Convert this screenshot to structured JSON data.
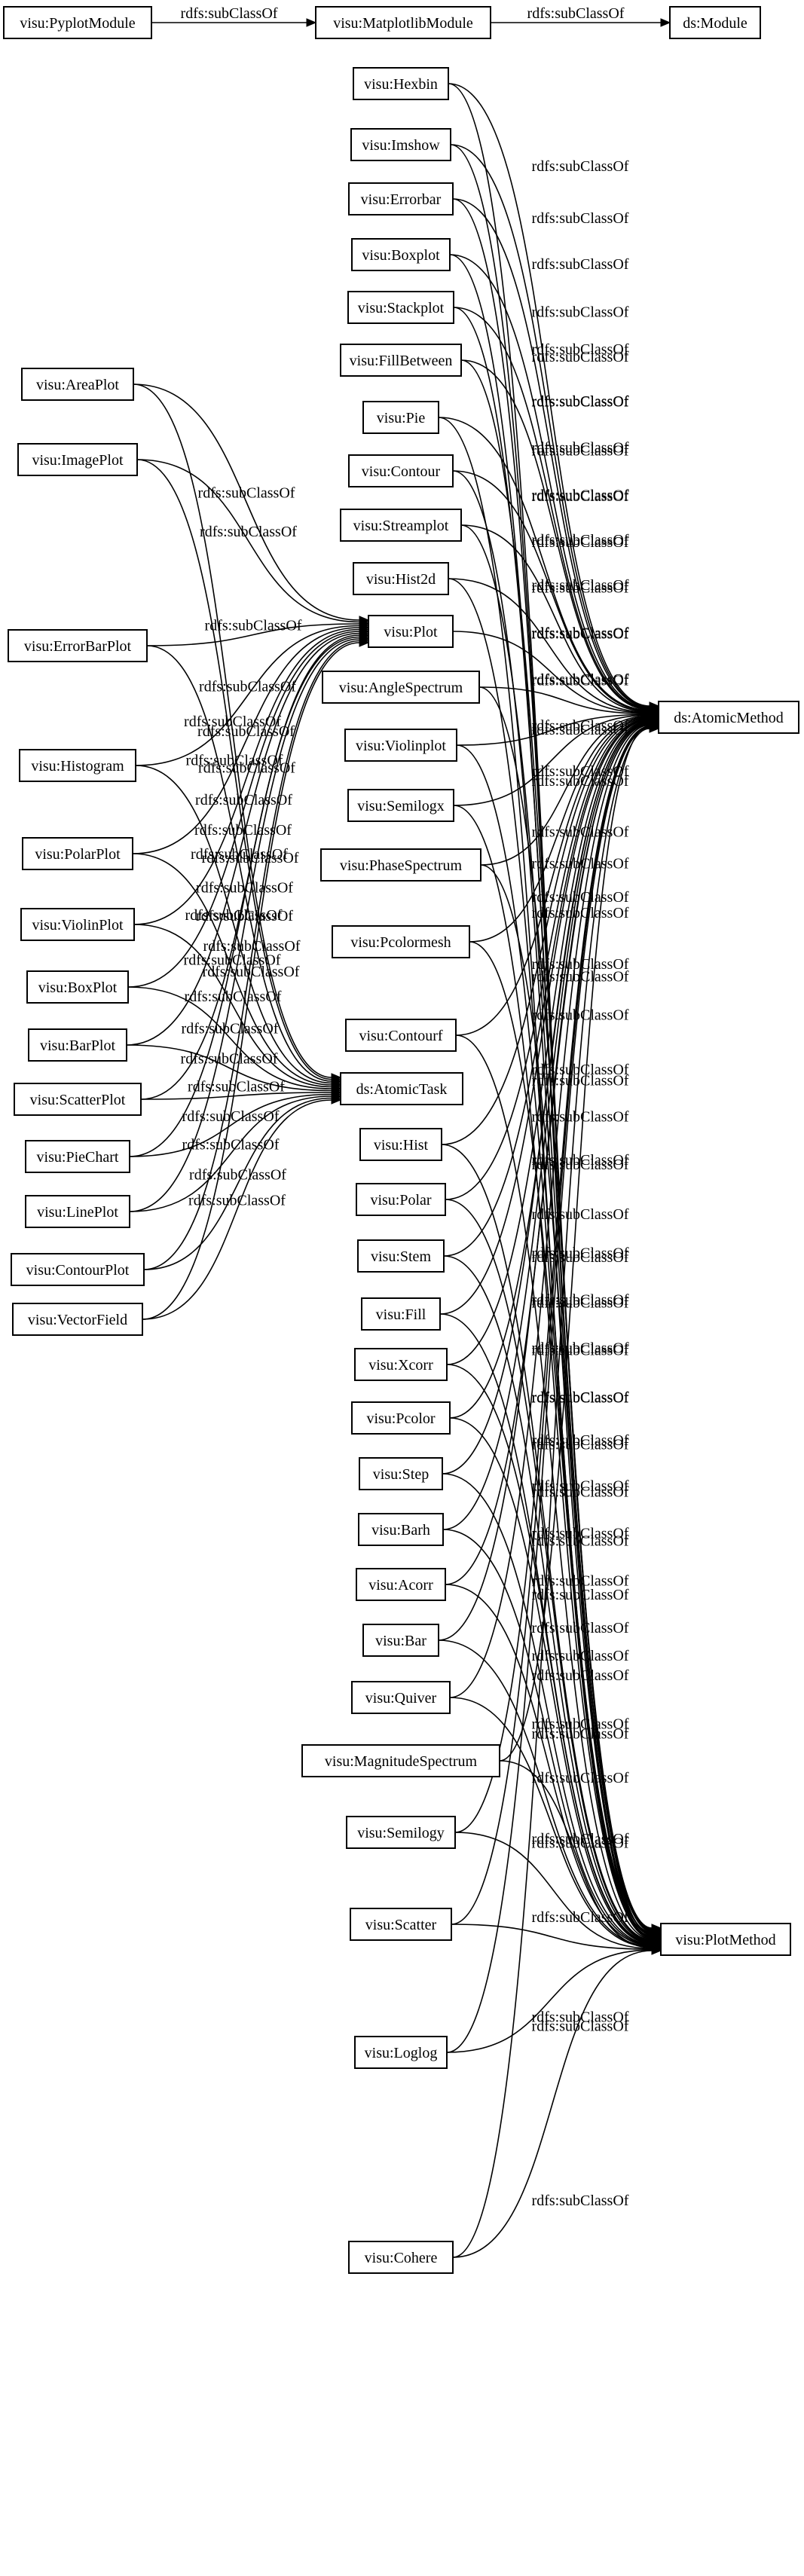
{
  "edge_label": "rdfs:subClassOf",
  "nodes": {
    "pyplotmodule": "visu:PyplotModule",
    "matplotlibmodule": "visu:MatplotlibModule",
    "module": "ds:Module",
    "plot": "visu:Plot",
    "atomicmethod": "ds:AtomicMethod",
    "atomictask": "ds:AtomicTask",
    "plotmethod": "visu:PlotMethod",
    "areaplot": "visu:AreaPlot",
    "imageplot": "visu:ImagePlot",
    "errorbarplot": "visu:ErrorBarPlot",
    "histogram": "visu:Histogram",
    "polarplot": "visu:PolarPlot",
    "violinplot": "visu:ViolinPlot",
    "boxplot_task": "visu:BoxPlot",
    "barplot": "visu:BarPlot",
    "scatterplot": "visu:ScatterPlot",
    "piechart": "visu:PieChart",
    "lineplot": "visu:LinePlot",
    "contourplot": "visu:ContourPlot",
    "vectorfield": "visu:VectorField",
    "hexbin": "visu:Hexbin",
    "imshow": "visu:Imshow",
    "errorbar": "visu:Errorbar",
    "boxplot": "visu:Boxplot",
    "stackplot": "visu:Stackplot",
    "fillbetween": "visu:FillBetween",
    "pie": "visu:Pie",
    "contour": "visu:Contour",
    "streamplot": "visu:Streamplot",
    "hist2d": "visu:Hist2d",
    "anglespectrum": "visu:AngleSpectrum",
    "violinplot_m": "visu:Violinplot",
    "semilogx": "visu:Semilogx",
    "phasespectrum": "visu:PhaseSpectrum",
    "pcolormesh": "visu:Pcolormesh",
    "contourf": "visu:Contourf",
    "hist": "visu:Hist",
    "polar": "visu:Polar",
    "stem": "visu:Stem",
    "fill": "visu:Fill",
    "xcorr": "visu:Xcorr",
    "pcolor": "visu:Pcolor",
    "step": "visu:Step",
    "barh": "visu:Barh",
    "acorr": "visu:Acorr",
    "bar": "visu:Bar",
    "quiver": "visu:Quiver",
    "magnitudespectrum": "visu:MagnitudeSpectrum",
    "semilogy": "visu:Semilogy",
    "scatter": "visu:Scatter",
    "loglog": "visu:Loglog",
    "cohere": "visu:Cohere"
  },
  "edges": [
    [
      "pyplotmodule",
      "matplotlibmodule"
    ],
    [
      "matplotlibmodule",
      "module"
    ],
    [
      "areaplot",
      "plot"
    ],
    [
      "areaplot",
      "atomictask"
    ],
    [
      "imageplot",
      "plot"
    ],
    [
      "imageplot",
      "atomictask"
    ],
    [
      "errorbarplot",
      "plot"
    ],
    [
      "errorbarplot",
      "atomictask"
    ],
    [
      "histogram",
      "plot"
    ],
    [
      "histogram",
      "atomictask"
    ],
    [
      "polarplot",
      "plot"
    ],
    [
      "polarplot",
      "atomictask"
    ],
    [
      "violinplot",
      "plot"
    ],
    [
      "violinplot",
      "atomictask"
    ],
    [
      "boxplot_task",
      "plot"
    ],
    [
      "boxplot_task",
      "atomictask"
    ],
    [
      "barplot",
      "plot"
    ],
    [
      "barplot",
      "atomictask"
    ],
    [
      "scatterplot",
      "plot"
    ],
    [
      "scatterplot",
      "atomictask"
    ],
    [
      "piechart",
      "plot"
    ],
    [
      "piechart",
      "atomictask"
    ],
    [
      "lineplot",
      "plot"
    ],
    [
      "lineplot",
      "atomictask"
    ],
    [
      "contourplot",
      "plot"
    ],
    [
      "contourplot",
      "atomictask"
    ],
    [
      "vectorfield",
      "plot"
    ],
    [
      "vectorfield",
      "atomictask"
    ],
    [
      "plot",
      "atomicmethod"
    ],
    [
      "hexbin",
      "atomicmethod"
    ],
    [
      "hexbin",
      "plotmethod"
    ],
    [
      "imshow",
      "atomicmethod"
    ],
    [
      "imshow",
      "plotmethod"
    ],
    [
      "errorbar",
      "atomicmethod"
    ],
    [
      "errorbar",
      "plotmethod"
    ],
    [
      "boxplot",
      "atomicmethod"
    ],
    [
      "boxplot",
      "plotmethod"
    ],
    [
      "stackplot",
      "atomicmethod"
    ],
    [
      "stackplot",
      "plotmethod"
    ],
    [
      "fillbetween",
      "atomicmethod"
    ],
    [
      "fillbetween",
      "plotmethod"
    ],
    [
      "pie",
      "atomicmethod"
    ],
    [
      "pie",
      "plotmethod"
    ],
    [
      "contour",
      "atomicmethod"
    ],
    [
      "contour",
      "plotmethod"
    ],
    [
      "streamplot",
      "atomicmethod"
    ],
    [
      "streamplot",
      "plotmethod"
    ],
    [
      "hist2d",
      "atomicmethod"
    ],
    [
      "hist2d",
      "plotmethod"
    ],
    [
      "anglespectrum",
      "atomicmethod"
    ],
    [
      "anglespectrum",
      "plotmethod"
    ],
    [
      "violinplot_m",
      "atomicmethod"
    ],
    [
      "violinplot_m",
      "plotmethod"
    ],
    [
      "semilogx",
      "atomicmethod"
    ],
    [
      "semilogx",
      "plotmethod"
    ],
    [
      "phasespectrum",
      "atomicmethod"
    ],
    [
      "phasespectrum",
      "plotmethod"
    ],
    [
      "pcolormesh",
      "atomicmethod"
    ],
    [
      "pcolormesh",
      "plotmethod"
    ],
    [
      "contourf",
      "atomicmethod"
    ],
    [
      "contourf",
      "plotmethod"
    ],
    [
      "hist",
      "atomicmethod"
    ],
    [
      "hist",
      "plotmethod"
    ],
    [
      "polar",
      "atomicmethod"
    ],
    [
      "polar",
      "plotmethod"
    ],
    [
      "stem",
      "atomicmethod"
    ],
    [
      "stem",
      "plotmethod"
    ],
    [
      "fill",
      "atomicmethod"
    ],
    [
      "fill",
      "plotmethod"
    ],
    [
      "xcorr",
      "atomicmethod"
    ],
    [
      "xcorr",
      "plotmethod"
    ],
    [
      "pcolor",
      "atomicmethod"
    ],
    [
      "pcolor",
      "plotmethod"
    ],
    [
      "step",
      "atomicmethod"
    ],
    [
      "step",
      "plotmethod"
    ],
    [
      "barh",
      "atomicmethod"
    ],
    [
      "barh",
      "plotmethod"
    ],
    [
      "acorr",
      "atomicmethod"
    ],
    [
      "acorr",
      "plotmethod"
    ],
    [
      "bar",
      "atomicmethod"
    ],
    [
      "bar",
      "plotmethod"
    ],
    [
      "quiver",
      "atomicmethod"
    ],
    [
      "quiver",
      "plotmethod"
    ],
    [
      "magnitudespectrum",
      "atomicmethod"
    ],
    [
      "magnitudespectrum",
      "plotmethod"
    ],
    [
      "semilogy",
      "atomicmethod"
    ],
    [
      "semilogy",
      "plotmethod"
    ],
    [
      "scatter",
      "atomicmethod"
    ],
    [
      "scatter",
      "plotmethod"
    ],
    [
      "loglog",
      "atomicmethod"
    ],
    [
      "loglog",
      "plotmethod"
    ],
    [
      "cohere",
      "atomicmethod"
    ],
    [
      "cohere",
      "plotmethod"
    ]
  ]
}
